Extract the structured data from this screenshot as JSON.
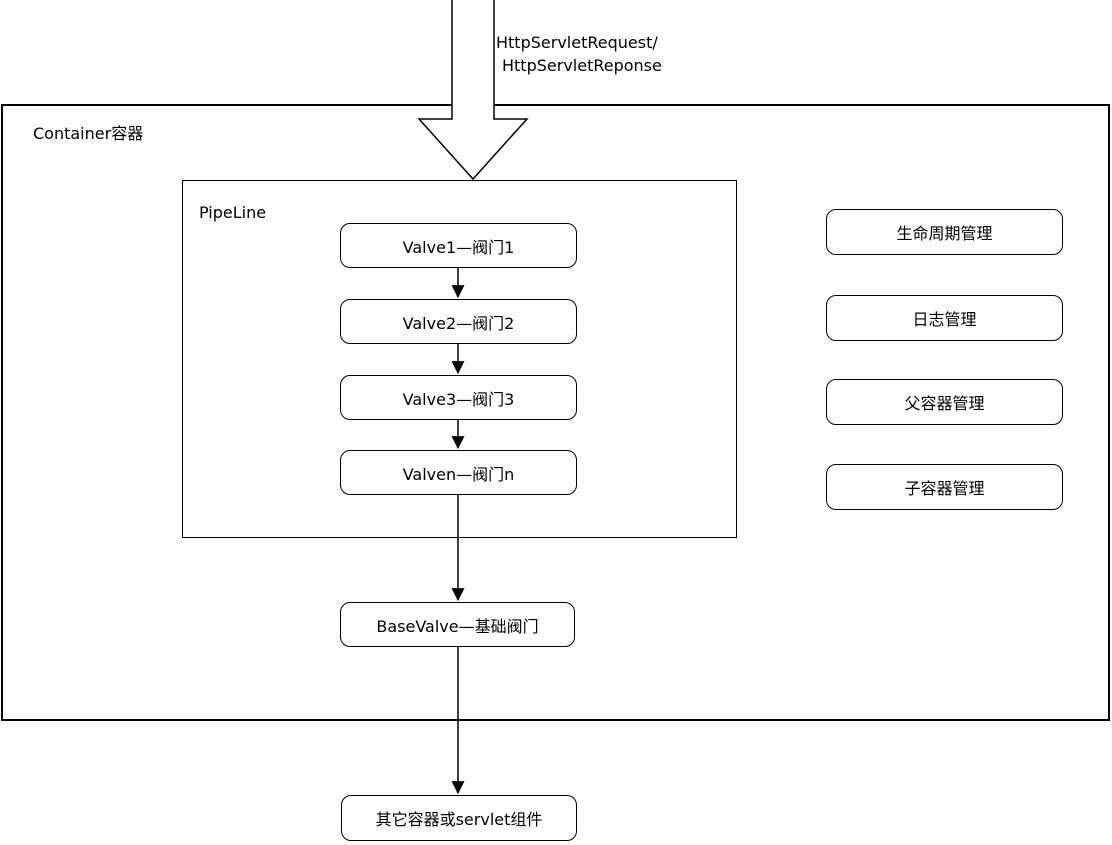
{
  "canvas": {
    "background": "#ffffff",
    "stroke": "#000000"
  },
  "request_arrow": {
    "label_line1": "HttpServletRequest/",
    "label_line2": "HttpServletReponse"
  },
  "container": {
    "label": "Container容器"
  },
  "pipeline": {
    "label": "PipeLine",
    "valves": [
      {
        "label": "Valve1—阀门1"
      },
      {
        "label": "Valve2—阀门2"
      },
      {
        "label": "Valve3—阀门3"
      },
      {
        "label": "Valven—阀门n"
      }
    ]
  },
  "base_valve": {
    "label": "BaseValve—基础阀门"
  },
  "external_component": {
    "label": "其它容器或servlet组件"
  },
  "management": {
    "boxes": [
      {
        "label": "生命周期管理"
      },
      {
        "label": "日志管理"
      },
      {
        "label": "父容器管理"
      },
      {
        "label": "子容器管理"
      }
    ]
  }
}
